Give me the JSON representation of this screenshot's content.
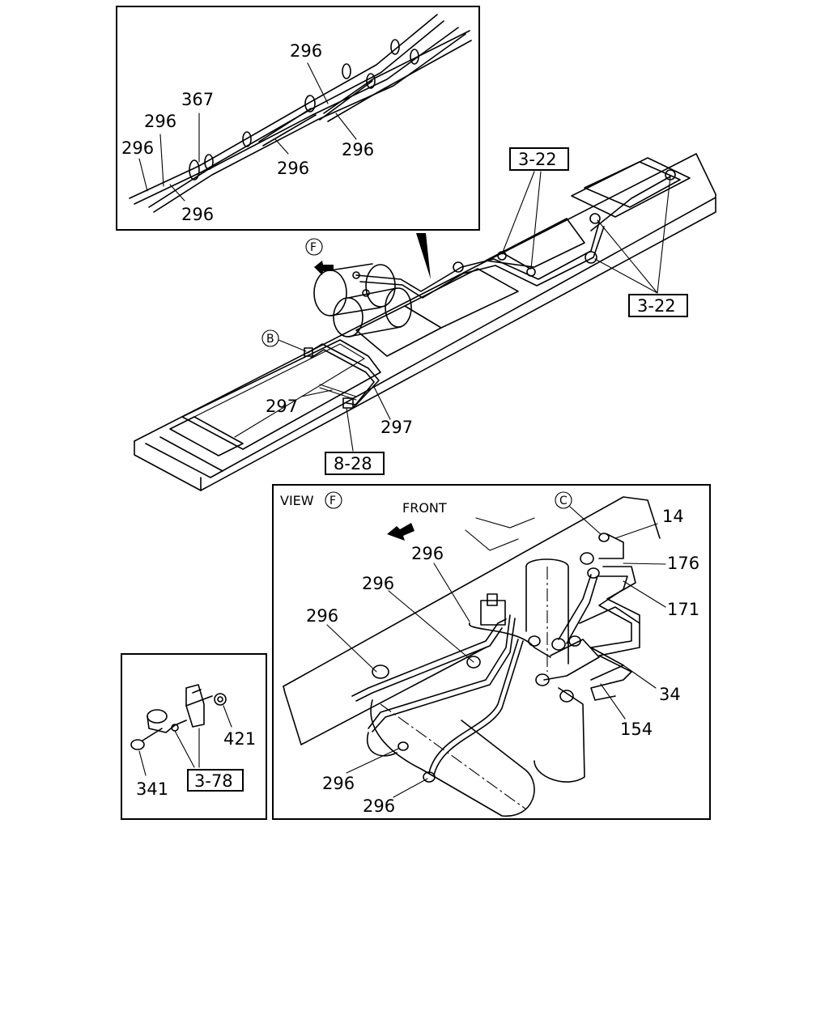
{
  "labels": {
    "top_296_a": "296",
    "top_367": "367",
    "top_296_b": "296",
    "top_296_c": "296",
    "top_296_d": "296",
    "top_296_e": "296",
    "top_296_f": "296",
    "main_297_a": "297",
    "main_297_b": "297",
    "view_14": "14",
    "view_176": "176",
    "view_171": "171",
    "view_34": "34",
    "view_154": "154",
    "view_296_a": "296",
    "view_296_b": "296",
    "view_296_c": "296",
    "view_296_d": "296",
    "view_296_e": "296",
    "small_421": "421",
    "small_341": "341"
  },
  "refs": {
    "ref_3_22_top": "3-22",
    "ref_3_22_right": "3-22",
    "ref_8_28": "8-28",
    "ref_3_78": "3-78"
  },
  "markers": {
    "f_main": "F",
    "b_main": "B",
    "c_view": "C",
    "f_view": "F"
  },
  "text": {
    "view_word": "VIEW",
    "front": "FRONT"
  },
  "icons": [
    "direction-arrow-icon",
    "front-arrow-icon"
  ]
}
